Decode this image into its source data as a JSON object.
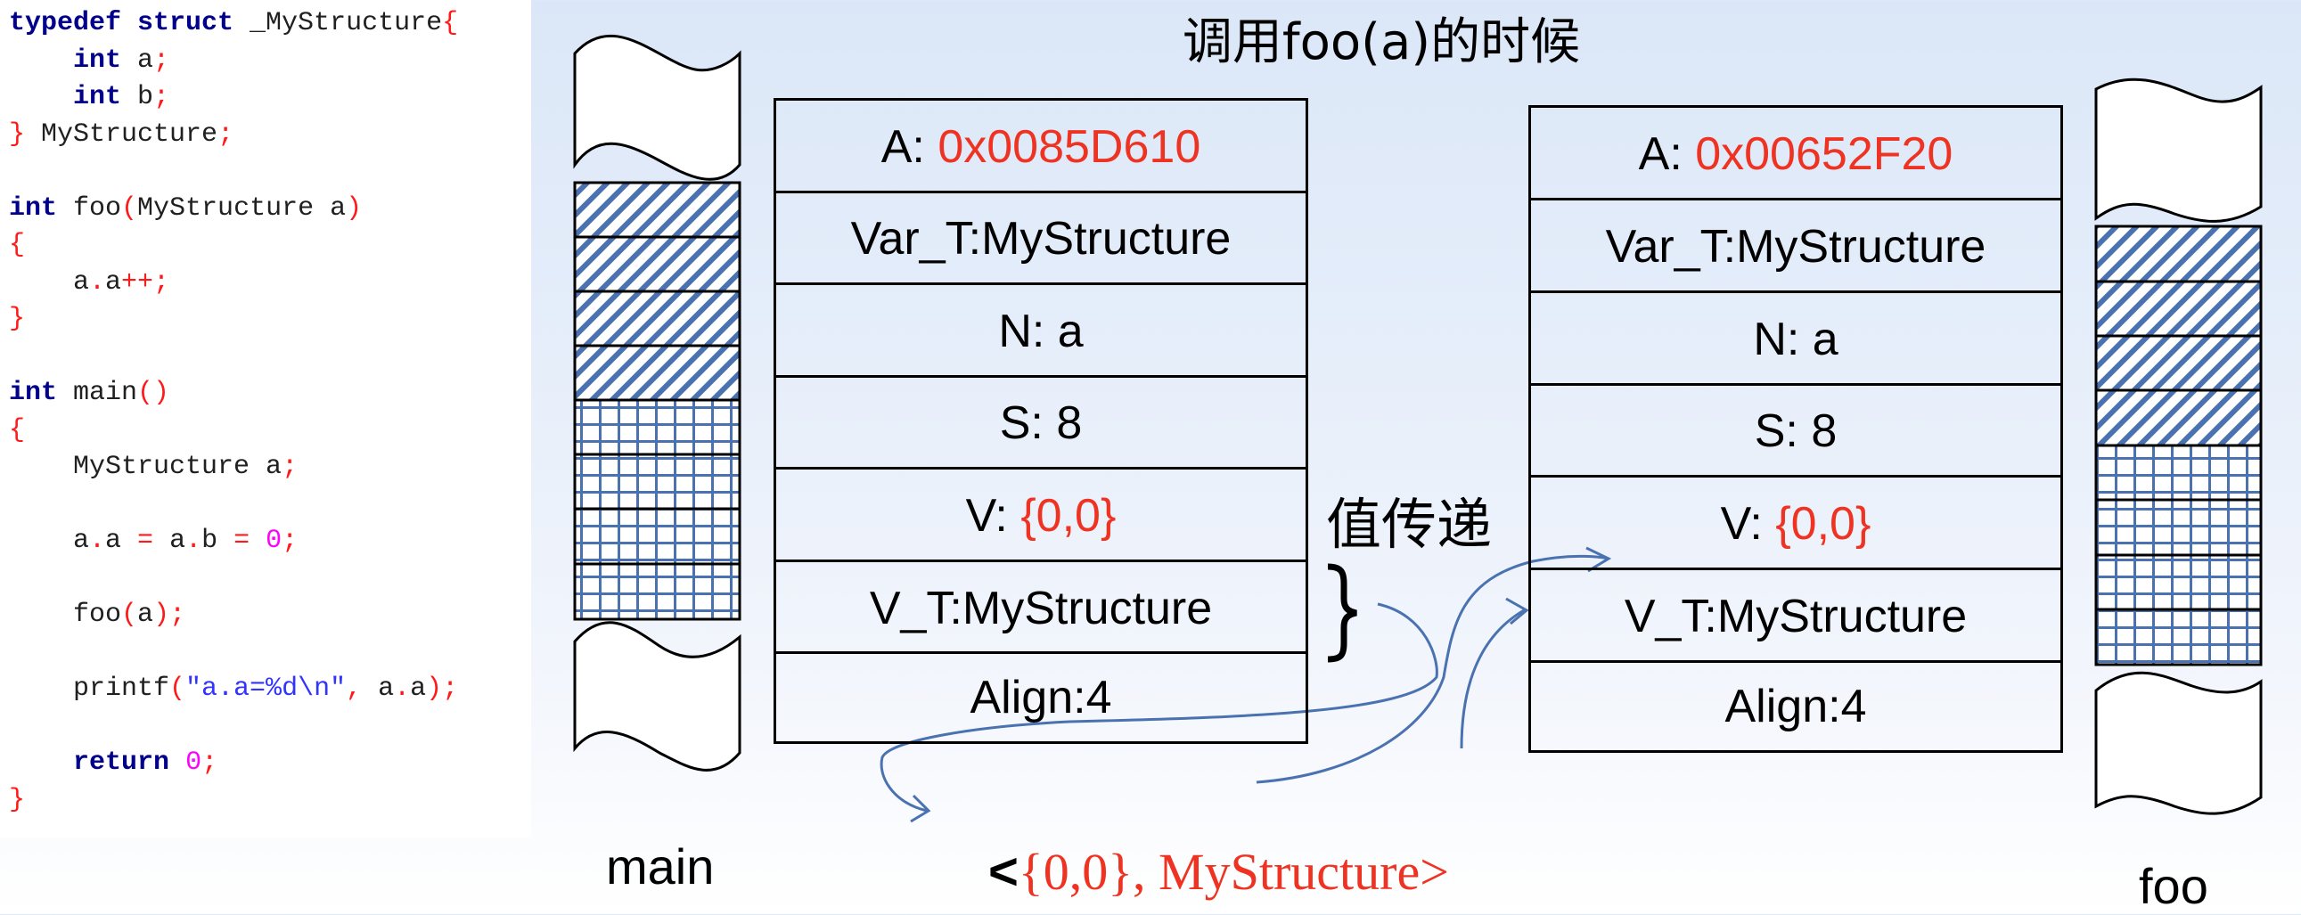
{
  "title": "调用foo(a)的时候",
  "code": {
    "lines": [
      [
        {
          "t": "typedef struct",
          "c": "kw"
        },
        {
          "t": " _MyStructure",
          "c": ""
        },
        {
          "t": "{",
          "c": "pn"
        }
      ],
      [
        {
          "t": "    ",
          "c": ""
        },
        {
          "t": "int",
          "c": "kw"
        },
        {
          "t": " a",
          "c": ""
        },
        {
          "t": ";",
          "c": "pn"
        }
      ],
      [
        {
          "t": "    ",
          "c": ""
        },
        {
          "t": "int",
          "c": "kw"
        },
        {
          "t": " b",
          "c": ""
        },
        {
          "t": ";",
          "c": "pn"
        }
      ],
      [
        {
          "t": "}",
          "c": "pn"
        },
        {
          "t": " MyStructure",
          "c": ""
        },
        {
          "t": ";",
          "c": "pn"
        }
      ],
      [],
      [
        {
          "t": "int",
          "c": "kw"
        },
        {
          "t": " foo",
          "c": ""
        },
        {
          "t": "(",
          "c": "pn"
        },
        {
          "t": "MyStructure a",
          "c": ""
        },
        {
          "t": ")",
          "c": "pn"
        }
      ],
      [
        {
          "t": "{",
          "c": "pn"
        }
      ],
      [
        {
          "t": "    a",
          "c": ""
        },
        {
          "t": ".",
          "c": "pn"
        },
        {
          "t": "a",
          "c": ""
        },
        {
          "t": "++;",
          "c": "pn"
        }
      ],
      [
        {
          "t": "}",
          "c": "pn"
        }
      ],
      [],
      [
        {
          "t": "int",
          "c": "kw"
        },
        {
          "t": " main",
          "c": ""
        },
        {
          "t": "()",
          "c": "pn"
        }
      ],
      [
        {
          "t": "{",
          "c": "pn"
        }
      ],
      [
        {
          "t": "    MyStructure a",
          "c": ""
        },
        {
          "t": ";",
          "c": "pn"
        }
      ],
      [],
      [
        {
          "t": "    a",
          "c": ""
        },
        {
          "t": ".",
          "c": "pn"
        },
        {
          "t": "a ",
          "c": ""
        },
        {
          "t": "=",
          "c": "pn"
        },
        {
          "t": " a",
          "c": ""
        },
        {
          "t": ".",
          "c": "pn"
        },
        {
          "t": "b ",
          "c": ""
        },
        {
          "t": "=",
          "c": "pn"
        },
        {
          "t": " ",
          "c": ""
        },
        {
          "t": "0",
          "c": "num"
        },
        {
          "t": ";",
          "c": "pn"
        }
      ],
      [],
      [
        {
          "t": "    foo",
          "c": ""
        },
        {
          "t": "(",
          "c": "pn"
        },
        {
          "t": "a",
          "c": ""
        },
        {
          "t": ");",
          "c": "pn"
        }
      ],
      [],
      [
        {
          "t": "    printf",
          "c": ""
        },
        {
          "t": "(",
          "c": "pn"
        },
        {
          "t": "\"a.a=%d\\n\"",
          "c": "str"
        },
        {
          "t": ",",
          "c": "pn"
        },
        {
          "t": " a",
          "c": ""
        },
        {
          "t": ".",
          "c": "pn"
        },
        {
          "t": "a",
          "c": ""
        },
        {
          "t": ");",
          "c": "pn"
        }
      ],
      [],
      [
        {
          "t": "    ",
          "c": ""
        },
        {
          "t": "return",
          "c": "kw"
        },
        {
          "t": " ",
          "c": ""
        },
        {
          "t": "0",
          "c": "num"
        },
        {
          "t": ";",
          "c": "pn"
        }
      ],
      [
        {
          "t": "}",
          "c": "pn"
        }
      ]
    ]
  },
  "main_frame": {
    "label": "main",
    "rows": [
      {
        "key": "A: ",
        "value": "0x0085D610",
        "highlight": true
      },
      {
        "key": "Var_T:MyStructure",
        "value": "",
        "highlight": false
      },
      {
        "key": "N: a",
        "value": "",
        "highlight": false
      },
      {
        "key": "S: 8",
        "value": "",
        "highlight": false
      },
      {
        "key": "V: ",
        "value": "{0,0}",
        "highlight": true
      },
      {
        "key": "V_T:MyStructure",
        "value": "",
        "highlight": false
      },
      {
        "key": "Align:4",
        "value": "",
        "highlight": false
      }
    ]
  },
  "foo_frame": {
    "label": "foo",
    "rows": [
      {
        "key": "A: ",
        "value": "0x00652F20",
        "highlight": true
      },
      {
        "key": "Var_T:MyStructure",
        "value": "",
        "highlight": false
      },
      {
        "key": "N: a",
        "value": "",
        "highlight": false
      },
      {
        "key": "S: 8",
        "value": "",
        "highlight": false
      },
      {
        "key": "V: ",
        "value": "{0,0}",
        "highlight": true
      },
      {
        "key": "V_T:MyStructure",
        "value": "",
        "highlight": false
      },
      {
        "key": "Align:4",
        "value": "",
        "highlight": false
      }
    ]
  },
  "pass_label": "值传递",
  "tuple": {
    "open": "<",
    "text": "{0,0}, MyStructure>"
  },
  "colors": {
    "highlight": "#ee3322",
    "arrow": "#4a72b0",
    "pattern": "#4a72b0"
  }
}
